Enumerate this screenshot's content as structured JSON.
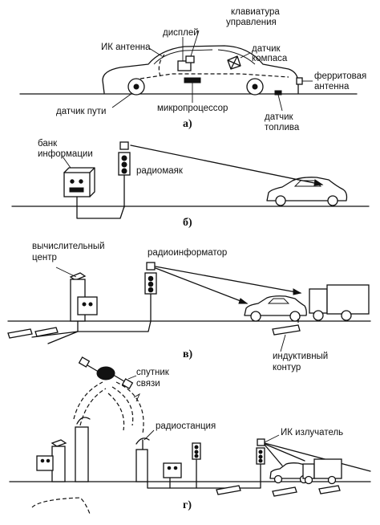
{
  "panel_a": {
    "caption": "а)",
    "labels": {
      "keyboard": [
        "клавиатура",
        "управления"
      ],
      "display": "дисплей",
      "ir_antenna": "ИК антенна",
      "compass": [
        "датчик",
        "компаса"
      ],
      "ferrite": [
        "ферритовая",
        "антенна"
      ],
      "path_sensor": "датчик пути",
      "microprocessor": "микропроцессор",
      "fuel": [
        "датчик",
        "топлива"
      ]
    }
  },
  "panel_b": {
    "caption": "б)",
    "labels": {
      "bank": [
        "банк",
        "информации"
      ],
      "beacon": "радиомаяк"
    }
  },
  "panel_v": {
    "caption": "в)",
    "labels": {
      "computing": [
        "вычислительный",
        "центр"
      ],
      "radioinformer": "радиоинформатор",
      "inductive": [
        "индуктивный",
        "контур"
      ]
    }
  },
  "panel_g": {
    "caption": "г)",
    "labels": {
      "satellite": [
        "спутник",
        "связи"
      ],
      "radio_station": "радиостанция",
      "ir_emitter": "ИК излучатель"
    }
  }
}
